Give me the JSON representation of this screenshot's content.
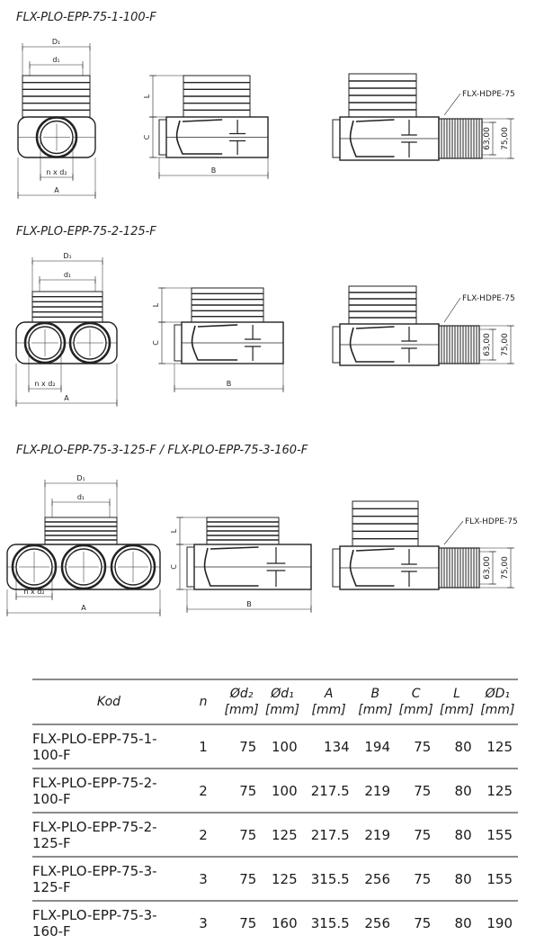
{
  "sections": [
    {
      "title": "FLX-PLO-EPP-75-1-100-F"
    },
    {
      "title": "FLX-PLO-EPP-75-2-125-F"
    },
    {
      "title": "FLX-PLO-EPP-75-3-125-F / FLX-PLO-EPP-75-3-160-F"
    }
  ],
  "labels": {
    "D1": "D₁",
    "d1": "d₁",
    "nxd2": "n x d₂",
    "A": "A",
    "B": "B",
    "C": "C",
    "L": "L",
    "pipe": "FLX-HDPE-75",
    "inner": "63,00",
    "outer": "75,00"
  },
  "table": {
    "headers": [
      {
        "top": "Kod",
        "bottom": ""
      },
      {
        "top": "n",
        "bottom": ""
      },
      {
        "top": "Ød₂",
        "bottom": "[mm]"
      },
      {
        "top": "Ød₁",
        "bottom": "[mm]"
      },
      {
        "top": "A",
        "bottom": "[mm]"
      },
      {
        "top": "B",
        "bottom": "[mm]"
      },
      {
        "top": "C",
        "bottom": "[mm]"
      },
      {
        "top": "L",
        "bottom": "[mm]"
      },
      {
        "top": "ØD₁",
        "bottom": "[mm]"
      }
    ],
    "rows": [
      [
        "FLX-PLO-EPP-75-1-100-F",
        "1",
        "75",
        "100",
        "134",
        "194",
        "75",
        "80",
        "125"
      ],
      [
        "FLX-PLO-EPP-75-2-100-F",
        "2",
        "75",
        "100",
        "217.5",
        "219",
        "75",
        "80",
        "125"
      ],
      [
        "FLX-PLO-EPP-75-2-125-F",
        "2",
        "75",
        "125",
        "217.5",
        "219",
        "75",
        "80",
        "155"
      ],
      [
        "FLX-PLO-EPP-75-3-125-F",
        "3",
        "75",
        "125",
        "315.5",
        "256",
        "75",
        "80",
        "155"
      ],
      [
        "FLX-PLO-EPP-75-3-160-F",
        "3",
        "75",
        "160",
        "315.5",
        "256",
        "75",
        "80",
        "190"
      ]
    ]
  }
}
